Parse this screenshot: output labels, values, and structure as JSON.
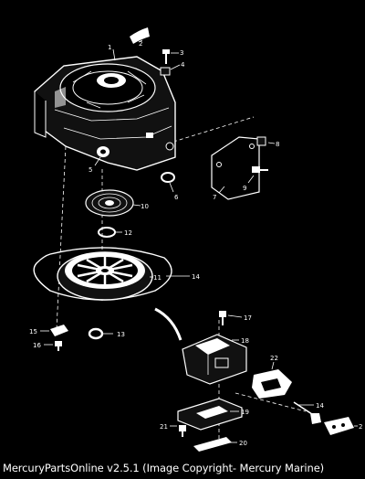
{
  "diagram": {
    "part_numbers": [
      "1",
      "2",
      "3",
      "4",
      "5",
      "6",
      "7",
      "8",
      "9",
      "10",
      "12",
      "11",
      "14",
      "15",
      "16",
      "13",
      "17",
      "18",
      "22",
      "14",
      "19",
      "21",
      "20"
    ]
  },
  "footer": {
    "caption": "MercuryPartsOnline v2.5.1 (Image Copyright- Mercury Marine)"
  },
  "colors": {
    "background": "#000000",
    "ink": "#ffffff"
  }
}
